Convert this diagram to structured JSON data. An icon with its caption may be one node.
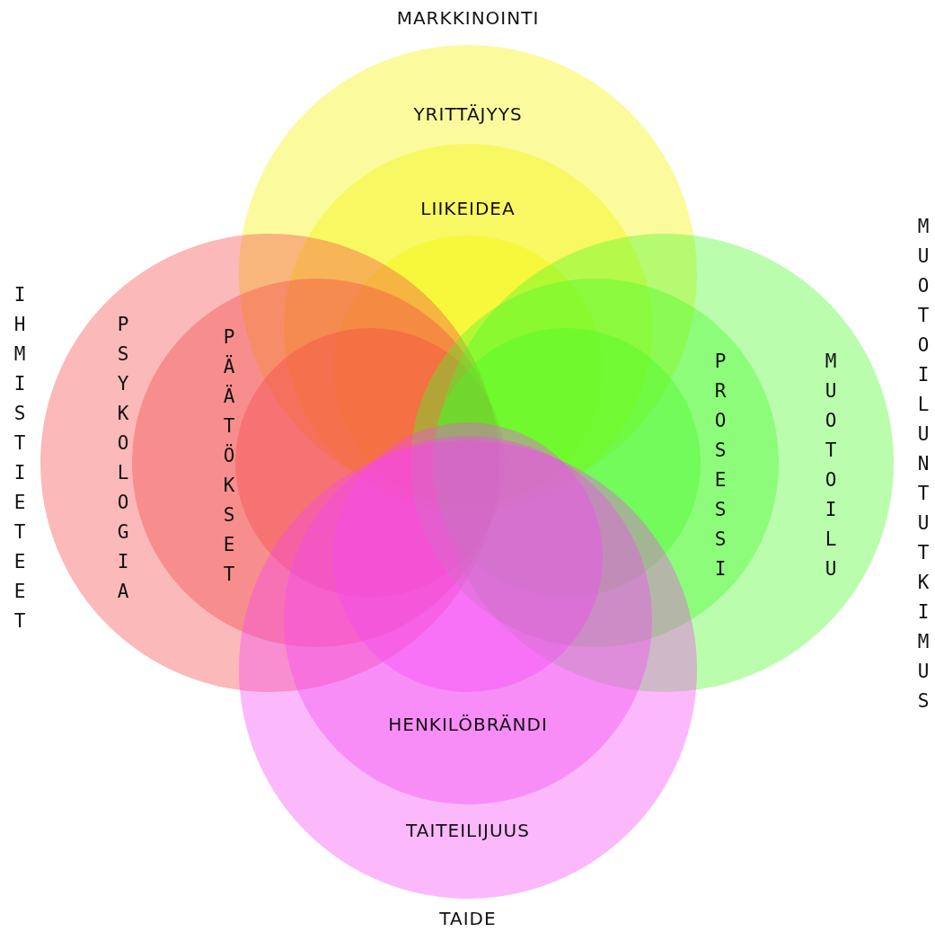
{
  "diagram": {
    "nodes": [
      {
        "text": [
          "MARKKINOINTI",
          "YRITTÄJYYS"
        ]
      },
      {
        "text": [
          "LIIKEIDEA"
        ],
        "in": 0
      },
      {
        "text": [],
        "shape": "circle",
        "in": 1
      },
      {
        "text": [
          "IHMISTIETEET",
          "PSYKOLOGIA"
        ]
      },
      {
        "text": [
          "PÄÄTÖKSET"
        ],
        "in": 3
      },
      {
        "text": [],
        "shape": "circle",
        "in": 4
      },
      {
        "text": [
          "MUOTOILU",
          "MUOTOILUN TUTKIMUS"
        ]
      },
      {
        "text": [
          "PROSESSI"
        ],
        "in": 6
      },
      {
        "text": [],
        "shape": "circle",
        "in": 7
      },
      {
        "text": [
          "TAITEILIJUUS",
          "TAIDE"
        ]
      },
      {
        "text": [
          "HENKILÖBRÄNDI"
        ],
        "in": 9
      },
      {
        "text": [],
        "shape": "circle",
        "in": 10
      }
    ]
  }
}
